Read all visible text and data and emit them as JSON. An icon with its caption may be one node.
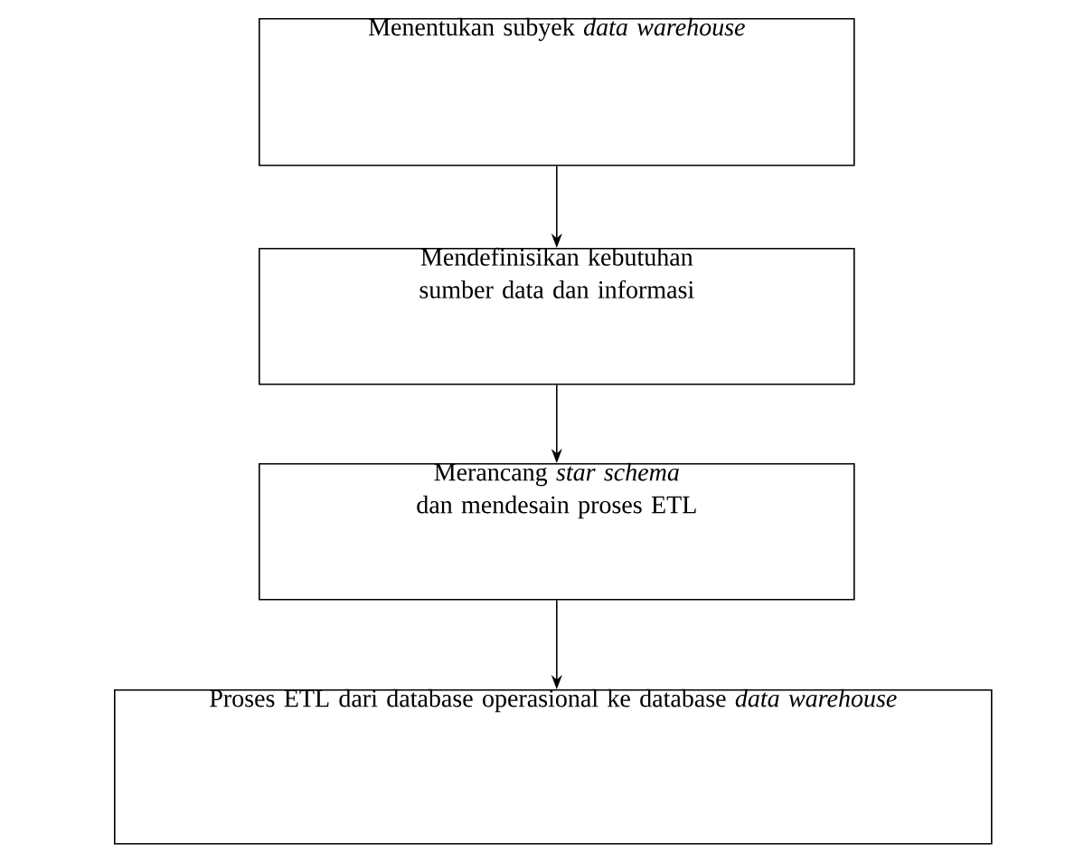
{
  "diagram": {
    "nodes": [
      {
        "text": [
          "Menentukan subyek *data warehouse*"
        ]
      },
      {
        "text": [
          "Mendefinisikan kebutuhan sumber data dan informasi"
        ]
      },
      {
        "text": [
          "Merancang *star schema* dan mendesain proses ETL"
        ]
      },
      {
        "text": [
          "Proses ETL dari database operasional ke database *data warehouse*"
        ]
      }
    ],
    "edges": [
      {
        "from": 0,
        "to": 1,
        "arrow": "to"
      },
      {
        "from": 1,
        "to": 2,
        "arrow": "to"
      },
      {
        "from": 2,
        "to": 3,
        "arrow": "to"
      }
    ]
  }
}
